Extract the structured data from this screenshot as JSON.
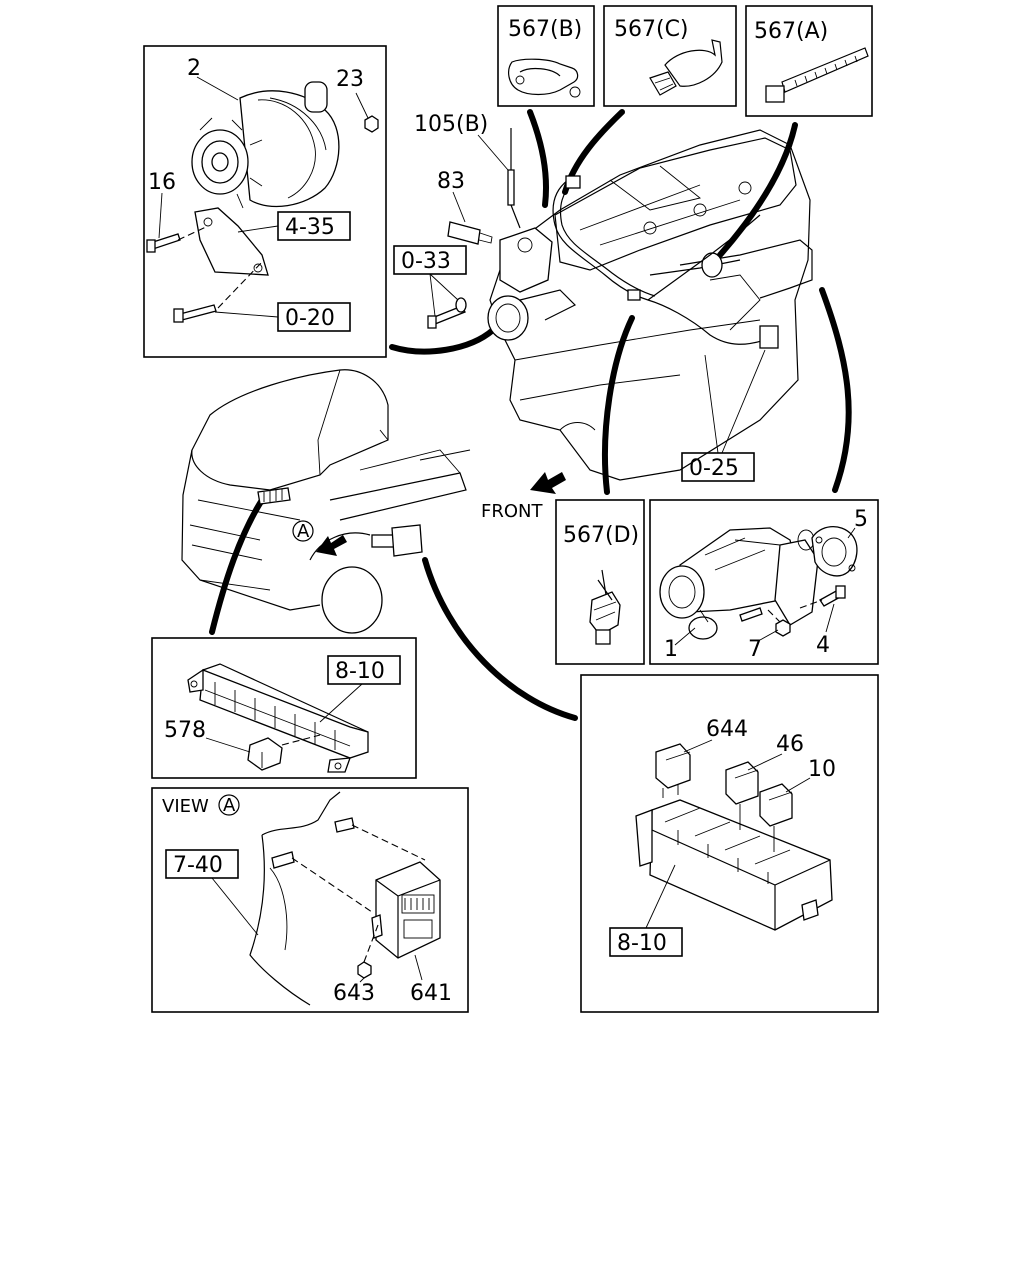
{
  "labels": {
    "alternator": {
      "n2": "2",
      "n23": "23",
      "n16": "16",
      "ref_4_35": "4-35",
      "ref_0_20": "0-20"
    },
    "clamps": {
      "c567b": "567(B)",
      "c567c": "567(C)",
      "c567a": "567(A)"
    },
    "engine": {
      "n105b": "105(B)",
      "n83": "83",
      "ref_0_33": "0-33",
      "ref_0_25": "0-25",
      "front": "FRONT"
    },
    "vehicle": {
      "view_marker": "A"
    },
    "clip_d": {
      "c567d": "567(D)"
    },
    "starter": {
      "n5": "5",
      "n1": "1",
      "n7": "7",
      "n4": "4"
    },
    "fuse_block": {
      "ref_8_10": "8-10",
      "n578": "578"
    },
    "view_a": {
      "title": "VIEW",
      "marker": "A",
      "ref_7_40": "7-40",
      "n643": "643",
      "n641": "641"
    },
    "relay_box": {
      "n644": "644",
      "n46": "46",
      "n10": "10",
      "ref_8_10": "8-10"
    }
  }
}
